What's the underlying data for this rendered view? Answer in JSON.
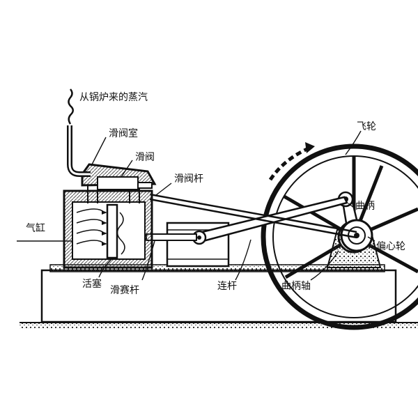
{
  "labels": {
    "steam_source": "从锅炉来的蒸汽",
    "valve_chamber": "滑阀室",
    "slide_valve": "滑阀",
    "valve_rod": "滑阀杆",
    "flywheel": "飞轮",
    "cylinder": "气缸",
    "crank": "曲柄",
    "eccentric": "偏心轮",
    "piston": "活塞",
    "piston_rod": "滑赛杆",
    "connecting_rod": "连杆",
    "crankshaft": "曲柄轴"
  },
  "colors": {
    "ink": "#111111",
    "paper": "#ffffff",
    "hatch": "#555555"
  }
}
